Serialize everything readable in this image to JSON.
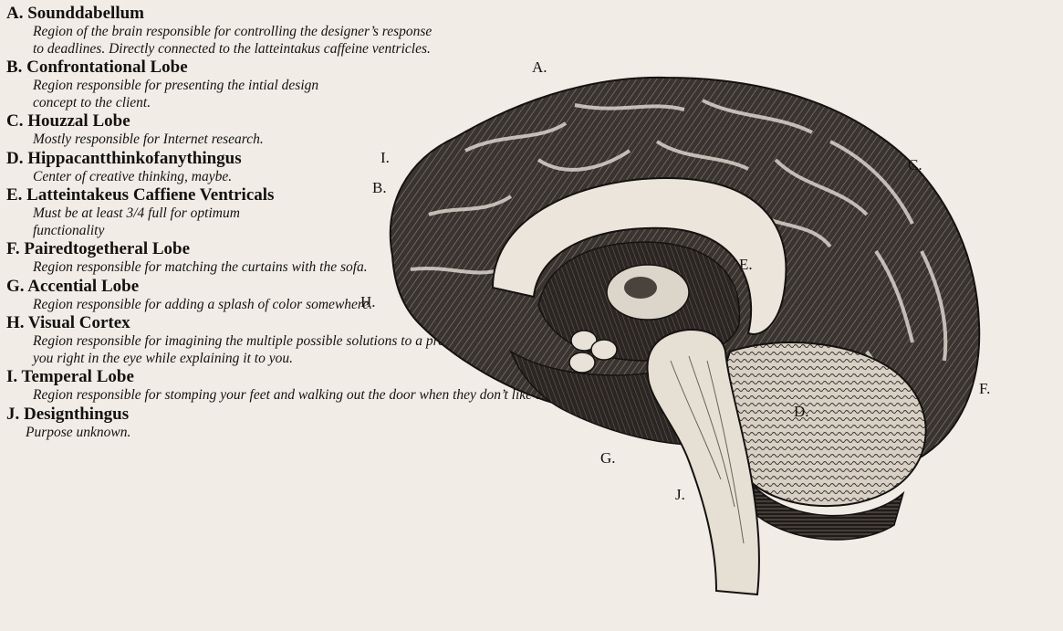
{
  "legend": [
    {
      "title": "A. Sounddabellum",
      "desc": "Region of the brain responsible for controlling the designer’s response to deadlines. Directly connected to the latteintakus caffeine ventricles."
    },
    {
      "title": "B. Confrontational Lobe",
      "desc": "Region responsible for presenting the intial design concept to the client."
    },
    {
      "title": "C. Houzzal Lobe",
      "desc": "Mostly responsible for Internet research."
    },
    {
      "title": "D. Hippacantthinkofanythingus",
      "desc": "Center of creative thinking, maybe."
    },
    {
      "title": "E. Latteintakeus Caffiene Ventricals",
      "desc": "Must be at least 3/4 full for optimum functionality"
    },
    {
      "title": "F. Pairedtogetheral Lobe",
      "desc": "Region responsible for matching the curtains with the sofa."
    },
    {
      "title": "G. Accential Lobe",
      "desc": "Region responsible for adding a splash of color somewhere."
    },
    {
      "title": "H. Visual Cortex",
      "desc": "Region responsible for imagining the multiple possible solutions to a problem, and for looking you right in the eye while explaining it to you."
    },
    {
      "title": "I. Temperal Lobe",
      "desc": "Region responsible for stomping your feet and walking out the door when they don’t like the design."
    },
    {
      "title": "J. Designthingus",
      "desc": "Purpose unknown."
    }
  ],
  "callouts": {
    "a": "A.",
    "b": "B.",
    "c": "C.",
    "d": "D.",
    "e": "E.",
    "f": "F.",
    "g": "G.",
    "h": "H.",
    "i": "I.",
    "j": "J."
  },
  "colors": {
    "background": "#f1ede6",
    "ink": "#141210",
    "brain_dark": "#2b2623",
    "brain_light": "#e8e2d8"
  }
}
